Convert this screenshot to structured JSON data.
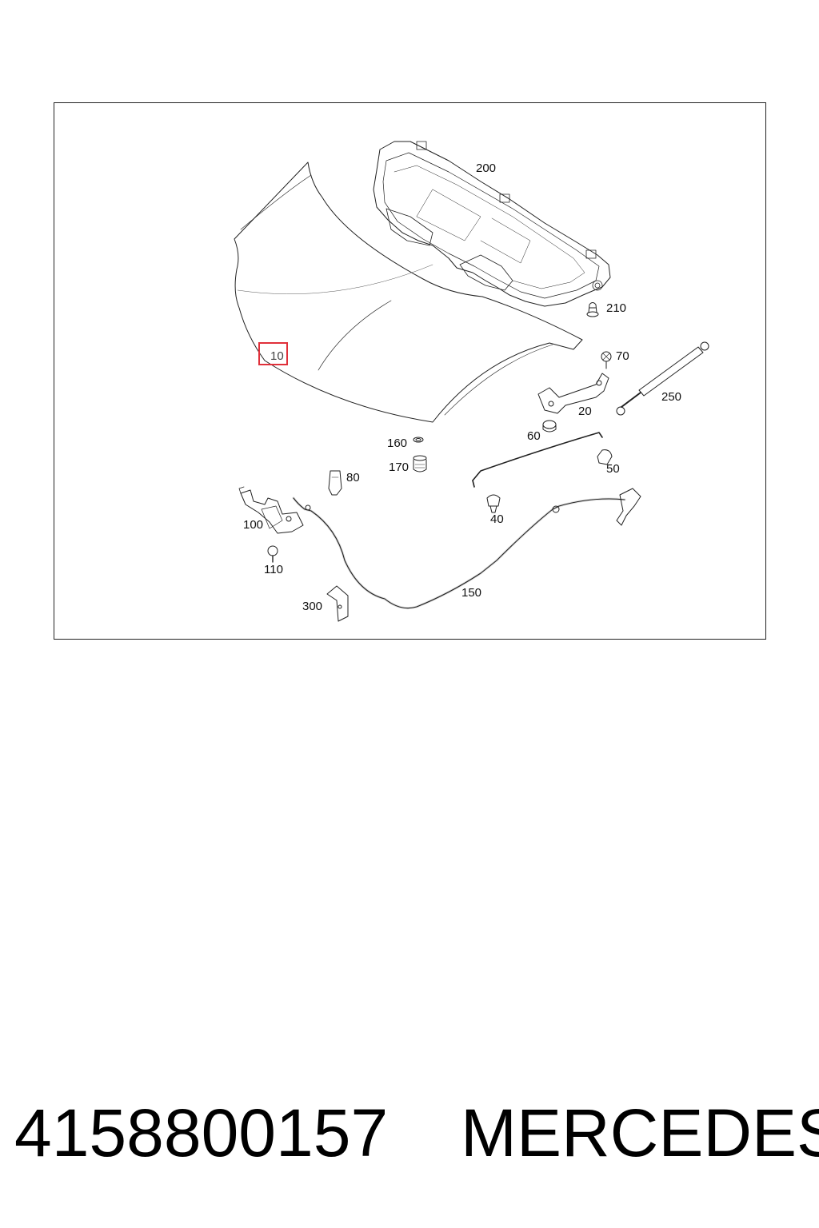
{
  "diagram": {
    "callouts": [
      {
        "label": "10",
        "highlighted": true
      },
      {
        "label": "200"
      },
      {
        "label": "210"
      },
      {
        "label": "70"
      },
      {
        "label": "250"
      },
      {
        "label": "20"
      },
      {
        "label": "60"
      },
      {
        "label": "160"
      },
      {
        "label": "170"
      },
      {
        "label": "80"
      },
      {
        "label": "50"
      },
      {
        "label": "40"
      },
      {
        "label": "100"
      },
      {
        "label": "110"
      },
      {
        "label": "150"
      },
      {
        "label": "300"
      }
    ],
    "highlight_color": "#e0303a"
  },
  "footer": {
    "part_number": "4158800157",
    "brand": "MERCEDES"
  }
}
